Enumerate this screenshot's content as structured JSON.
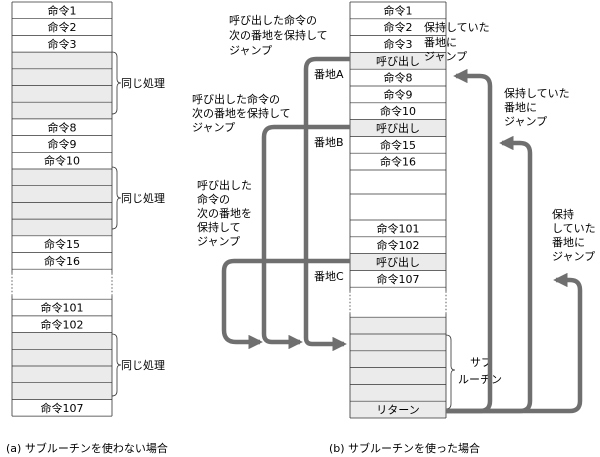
{
  "left": {
    "cells": [
      "命令1",
      "命令2",
      "命令3",
      "",
      "",
      "",
      "",
      "命令8",
      "命令9",
      "命令10",
      "",
      "",
      "",
      "",
      "命令15",
      "命令16",
      "",
      "命令101",
      "命令102",
      "",
      "",
      "",
      "",
      "命令107"
    ],
    "gray": [
      3,
      4,
      5,
      6,
      10,
      11,
      12,
      13,
      19,
      20,
      21,
      22
    ],
    "brace_label": "同じ処理",
    "caption": "(a)  サブルーチンを使わない場合"
  },
  "right": {
    "cells": [
      "命令1",
      "命令2",
      "命令3",
      "呼び出し",
      "命令8",
      "命令9",
      "命令10",
      "呼び出し",
      "命令15",
      "命令16",
      "",
      "",
      "命令101",
      "命令102",
      "呼び出し",
      "命令107",
      "",
      "",
      "",
      "",
      "",
      "",
      "リターン"
    ],
    "gray": [
      3,
      7,
      14,
      17,
      18,
      19,
      20,
      21,
      22
    ],
    "addr": [
      "番地A",
      "番地B",
      "番地C"
    ],
    "subroutine_label": [
      "サブ",
      "ルーチン"
    ],
    "caption": "(b)  サブルーチンを使った場合"
  },
  "notes": {
    "call_a": [
      "呼び出した命令の",
      "次の番地を保持して",
      "ジャンプ"
    ],
    "call_b": [
      "呼び出した命令の",
      "次の番地を保持して",
      "ジャンプ"
    ],
    "call_c": [
      "呼び出した",
      "命令の",
      "次の番地を",
      "保持して",
      "ジャンプ"
    ],
    "ret_1": [
      "保持していた",
      "番地に",
      "ジャンプ"
    ],
    "ret_2": [
      "保持していた",
      "番地に",
      "ジャンプ"
    ],
    "ret_3": [
      "保持",
      "していた",
      "番地に",
      "ジャンプ"
    ]
  },
  "colors": {
    "gray_cell": "#ebebeb",
    "arrow": "#6f6f6f",
    "line": "#333333"
  }
}
